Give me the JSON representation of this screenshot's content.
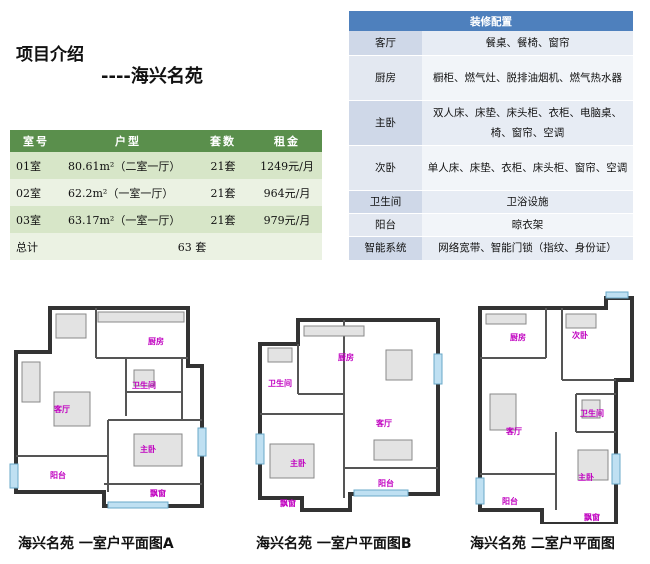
{
  "title": "项目介绍",
  "subtitle": "----海兴名苑",
  "rent_table": {
    "headers": [
      "室号",
      "户型",
      "套数",
      "租金"
    ],
    "rows": [
      [
        "01室",
        "80.61m²（二室一厅）",
        "21套",
        "1249元/月"
      ],
      [
        "02室",
        "62.2m²（一室一厅）",
        "21套",
        "964元/月"
      ],
      [
        "03室",
        "63.17m²（一室一厅）",
        "21套",
        "979元/月"
      ]
    ],
    "total_label": "总计",
    "total_value": "63 套"
  },
  "deco_table": {
    "header": "装修配置",
    "rows": [
      [
        "客厅",
        "餐桌、餐椅、窗帘"
      ],
      [
        "厨房",
        "橱柜、燃气灶、脱排油烟机、燃气热水器"
      ],
      [
        "主卧",
        "双人床、床垫、床头柜、衣柜、电脑桌、椅、窗帘、空调"
      ],
      [
        "次卧",
        "单人床、床垫、衣柜、床头柜、窗帘、空调"
      ],
      [
        "卫生间",
        "卫浴设施"
      ],
      [
        "阳台",
        "晾衣架"
      ],
      [
        "智能系统",
        "网络宽带、智能门锁（指纹、身份证）"
      ]
    ]
  },
  "plans": {
    "a": {
      "caption": "海兴名苑   一室户平面图A",
      "rooms": [
        "厨房",
        "卫生间",
        "客厅",
        "主卧",
        "阳台",
        "飘窗"
      ]
    },
    "b": {
      "caption": "海兴名苑   一室户平面图B",
      "rooms": [
        "厨房",
        "卫生间",
        "客厅",
        "主卧",
        "飘窗",
        "阳台"
      ]
    },
    "c": {
      "caption": "海兴名苑   二室户平面图",
      "rooms": [
        "厨房",
        "次卧",
        "客厅",
        "卫生间",
        "主卧",
        "阳台",
        "飘窗"
      ]
    }
  }
}
